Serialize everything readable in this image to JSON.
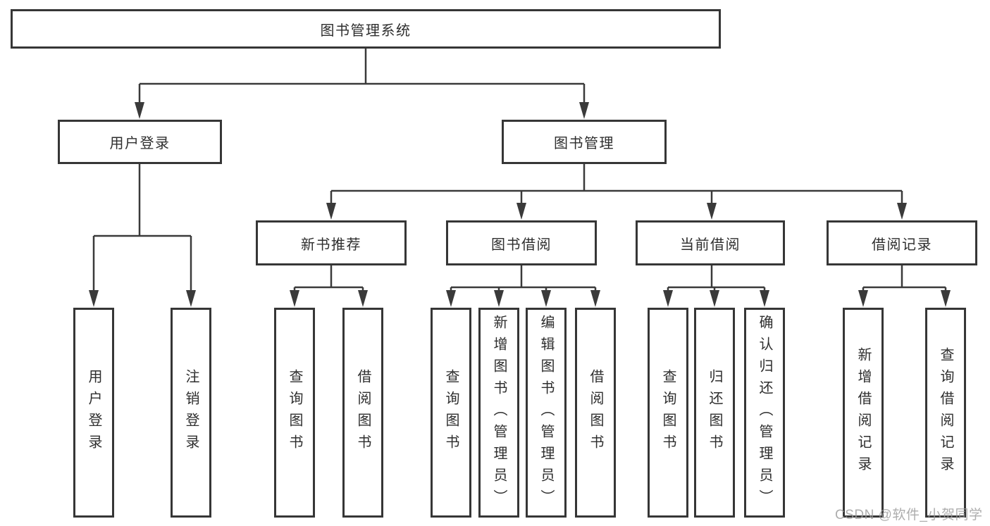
{
  "tree": {
    "root": {
      "label": "图书管理系统"
    },
    "branches": {
      "user_login": {
        "label": "用户登录",
        "children": [
          "用户登录",
          "注销登录"
        ]
      },
      "book_management": {
        "label": "图书管理",
        "children": {
          "recommend": {
            "label": "新书推荐",
            "children": [
              "查询图书",
              "借阅图书"
            ]
          },
          "borrow": {
            "label": "图书借阅",
            "children": [
              "查询图书",
              "新增图书（管理员）",
              "编辑图书（管理员）",
              "借阅图书"
            ]
          },
          "current": {
            "label": "当前借阅",
            "children": [
              "查询图书",
              "归还图书",
              "确认归还（管理员）"
            ]
          },
          "records": {
            "label": "借阅记录",
            "children": [
              "新增借阅记录",
              "查询借阅记录"
            ]
          }
        }
      }
    }
  },
  "watermark": {
    "text": "CSDN @软件_小贺同学"
  },
  "colors": {
    "line": "#3a3a3a",
    "box_border": "#363636",
    "text": "#2e2e2e",
    "watermark": "#9b9b9b",
    "background": "#ffffff"
  }
}
